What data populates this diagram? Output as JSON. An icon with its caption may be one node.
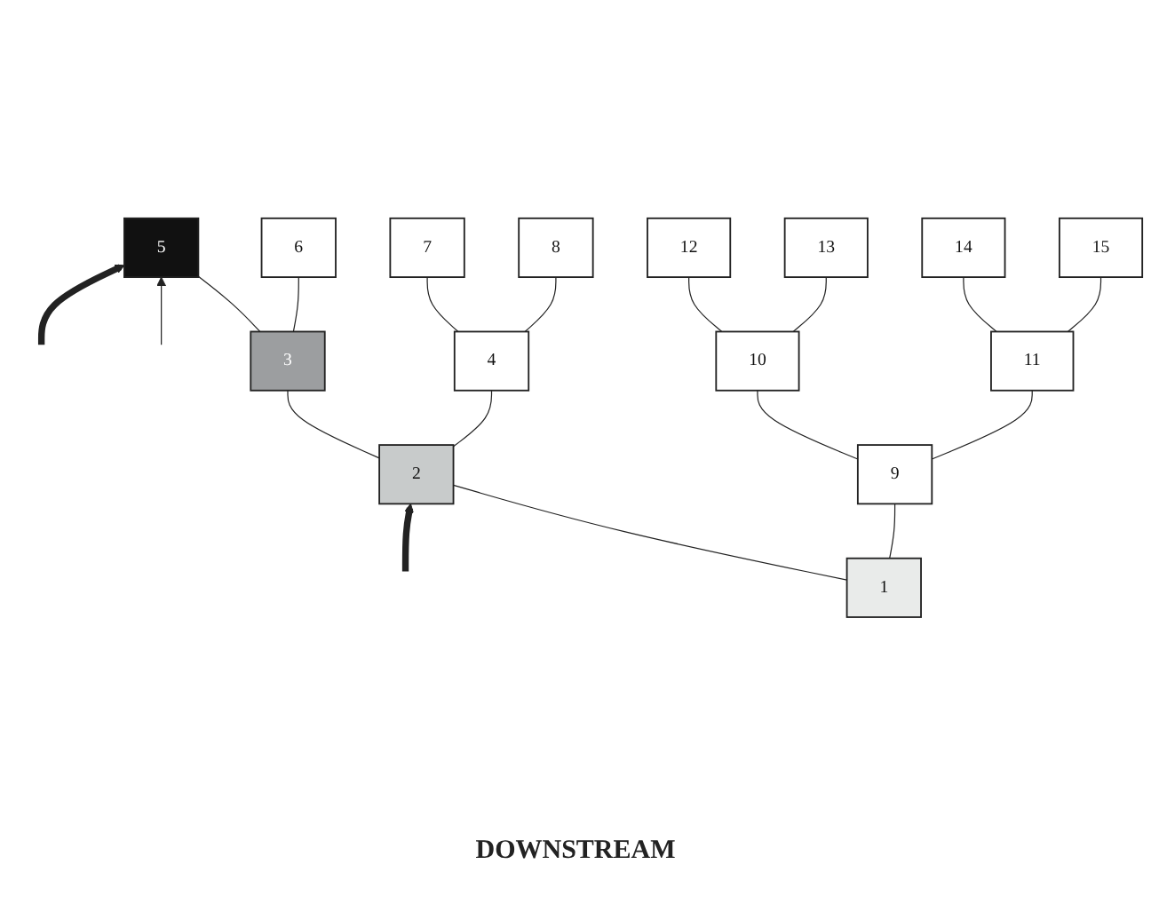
{
  "diagram": {
    "nodes": [
      {
        "text": [
          "5"
        ]
      },
      {
        "text": [
          "6"
        ]
      },
      {
        "text": [
          "7"
        ]
      },
      {
        "text": [
          "8"
        ]
      },
      {
        "text": [
          "12"
        ]
      },
      {
        "text": [
          "13"
        ]
      },
      {
        "text": [
          "14"
        ]
      },
      {
        "text": [
          "15"
        ]
      },
      {
        "text": [
          "3"
        ]
      },
      {
        "text": [
          "4"
        ]
      },
      {
        "text": [
          "10"
        ]
      },
      {
        "text": [
          "11"
        ]
      },
      {
        "text": [
          "2"
        ]
      },
      {
        "text": [
          "9"
        ]
      },
      {
        "text": [
          "1"
        ]
      }
    ],
    "edges": [
      {
        "from": null,
        "to": 0,
        "arrow": "to",
        "style": "thick"
      },
      {
        "from": null,
        "to": 0,
        "arrow": "to"
      },
      {
        "from": 8,
        "to": 0,
        "arrow": "none"
      },
      {
        "from": 8,
        "to": 1,
        "arrow": "none"
      },
      {
        "from": 9,
        "to": 2,
        "arrow": "none"
      },
      {
        "from": 9,
        "to": 3,
        "arrow": "none"
      },
      {
        "from": 10,
        "to": 4,
        "arrow": "none"
      },
      {
        "from": 10,
        "to": 5,
        "arrow": "none"
      },
      {
        "from": 11,
        "to": 6,
        "arrow": "none"
      },
      {
        "from": 11,
        "to": 7,
        "arrow": "none"
      },
      {
        "from": 12,
        "to": 8,
        "arrow": "none"
      },
      {
        "from": 12,
        "to": 9,
        "arrow": "none"
      },
      {
        "from": 13,
        "to": 10,
        "arrow": "none"
      },
      {
        "from": 13,
        "to": 11,
        "arrow": "none"
      },
      {
        "from": null,
        "to": 12,
        "arrow": "to",
        "style": "thick"
      },
      {
        "from": 14,
        "to": 12,
        "arrow": "none"
      },
      {
        "from": 14,
        "to": 13,
        "arrow": "none"
      }
    ],
    "labels": [
      "DOWNSTREAM"
    ]
  }
}
